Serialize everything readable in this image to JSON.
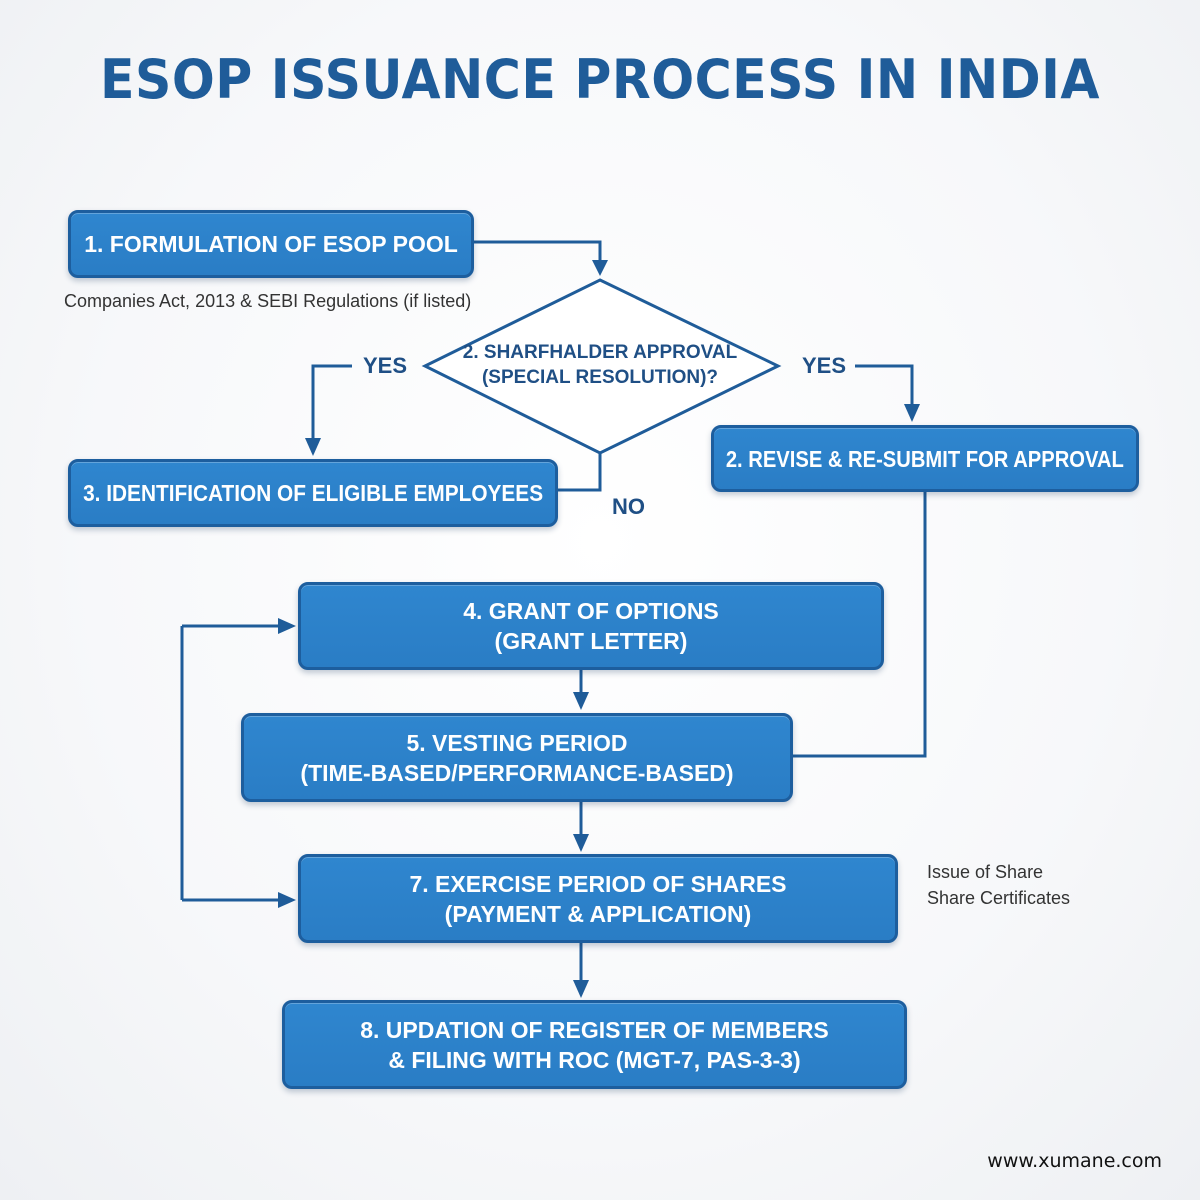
{
  "title": "ESOP ISSUANCE PROCESS IN INDIA",
  "steps": {
    "formulation": {
      "line1": "1. FORMULATION OF ESOP POOL"
    },
    "decision": {
      "line1": "2. SHARFHALDER APPROVAL",
      "line2": "(SPECIAL RESOLUTION)?"
    },
    "identification": {
      "line1": "3. IDENTIFICATION OF ELIGIBLE EMPLOYEES"
    },
    "revise": {
      "line1": "2. REVISE & RE-SUBMIT FOR APPROVAL"
    },
    "grant": {
      "line1": "4. GRANT OF OPTIONS",
      "line2": "(GRANT LETTER)"
    },
    "vesting": {
      "line1": "5. VESTING PERIOD",
      "line2": "(TIME-BASED/PERFORMANCE-BASED)"
    },
    "exercise": {
      "line1": "7. EXERCISE PERIOD OF SHARES",
      "line2": "(PAYMENT & APPLICATION)"
    },
    "updation": {
      "line1": "8. UPDATION OF REGISTER OF MEMBERS",
      "line2": "& FILING WITH ROC (MGT-7, PAS-3-3)"
    }
  },
  "notes": {
    "regulations": "Companies Act, 2013 & SEBI Regulations (if listed)",
    "issue_line1": "Issue of Share",
    "issue_line2": "Share Certificates"
  },
  "edge_labels": {
    "yes_left": "YES",
    "yes_right": "YES",
    "no": "NO"
  },
  "footer": "www.xumane.com",
  "colors": {
    "box_fill": "#2a7dc5",
    "box_border": "#1d5e9e",
    "connector": "#1f5c99",
    "title": "#1f5c99"
  }
}
